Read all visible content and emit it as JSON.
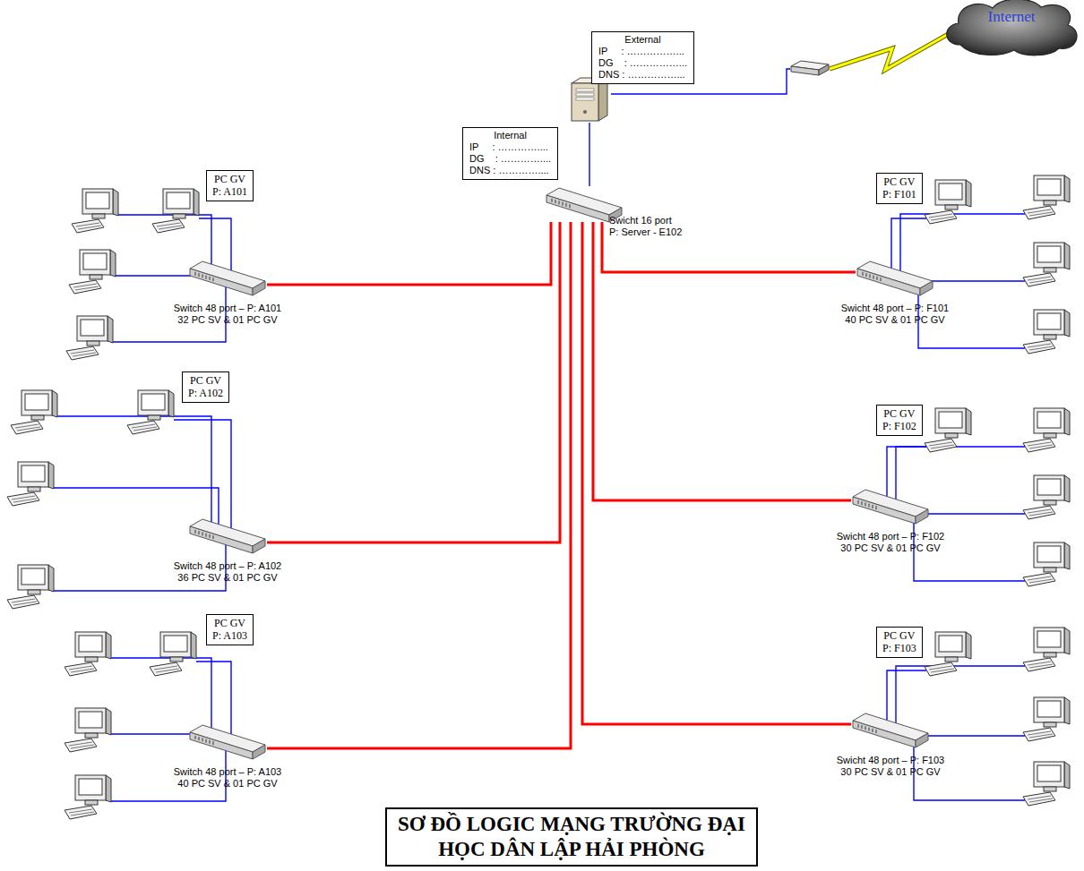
{
  "diagram": {
    "title": "SƠ ĐỒ LOGIC MẠNG TRƯỜNG ĐẠI HỌC DÂN LẬP HẢI PHÒNG",
    "nodes": [
      {
        "text": []
      },
      {
        "text": [
          "External",
          "IP     : ……………...",
          "DG    : ……………...",
          "DNS : ……………..."
        ]
      },
      {
        "text": []
      },
      {
        "text": [
          "Internet"
        ]
      },
      {
        "text": [
          "Internal",
          "IP     : …………....",
          "DG    : …………....",
          "DNS : …………...."
        ]
      },
      {
        "text": [
          "Swicht 16 port",
          "P: Server - E102"
        ]
      },
      {
        "text": [
          "PC GV",
          "P: A101"
        ]
      },
      {
        "text": [
          "Switch 48 port – P: A101",
          "32 PC SV & 01 PC GV"
        ]
      },
      {
        "text": [
          "PC GV",
          "P: A102"
        ]
      },
      {
        "text": [
          "Switch 48 port – P: A102",
          "36 PC SV & 01 PC GV"
        ]
      },
      {
        "text": [
          "PC GV",
          "P: A103"
        ]
      },
      {
        "text": [
          "Switch 48 port – P: A103",
          "40 PC SV & 01 PC GV"
        ]
      },
      {
        "text": [
          "PC GV",
          "P: F101"
        ]
      },
      {
        "text": [
          "Swicht 48 port – P: F101",
          "40 PC SV & 01 PC GV"
        ]
      },
      {
        "text": [
          "PC GV",
          "P: F102"
        ]
      },
      {
        "text": [
          "Swicht 48 port – P: F102",
          "30 PC SV & 01 PC GV"
        ]
      },
      {
        "text": [
          "PC GV",
          "P: F103"
        ]
      },
      {
        "text": [
          "Swicht 48 port – P: F103",
          "30 PC SV & 01 PC GV"
        ]
      }
    ],
    "edges": [
      {
        "from": 5,
        "to": 0,
        "arrow": "none"
      },
      {
        "from": 0,
        "to": 2,
        "arrow": "none"
      },
      {
        "from": 2,
        "to": 3,
        "arrow": "none"
      },
      {
        "from": 7,
        "to": 5,
        "arrow": "none"
      },
      {
        "from": 9,
        "to": 5,
        "arrow": "none"
      },
      {
        "from": 11,
        "to": 5,
        "arrow": "none"
      },
      {
        "from": 13,
        "to": 5,
        "arrow": "none"
      },
      {
        "from": 15,
        "to": 5,
        "arrow": "none"
      },
      {
        "from": 17,
        "to": 5,
        "arrow": "none"
      }
    ]
  }
}
